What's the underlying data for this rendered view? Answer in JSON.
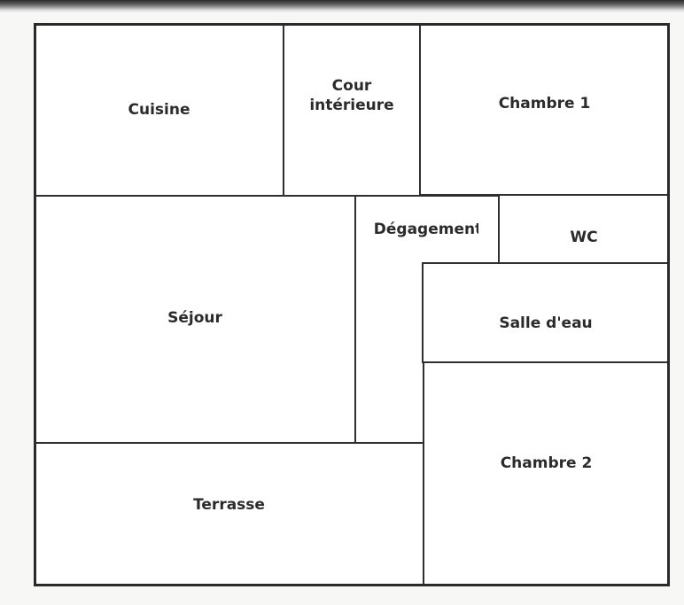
{
  "plan": {
    "rooms": {
      "cuisine": "Cuisine",
      "cour_interieure": "Cour\nintérieure",
      "chambre_1": "Chambre 1",
      "degagement": "Dégagement",
      "wc": "WC",
      "sejour": "Séjour",
      "salle_deau": "Salle d'eau",
      "terrasse": "Terrasse",
      "chambre_2": "Chambre 2"
    }
  }
}
